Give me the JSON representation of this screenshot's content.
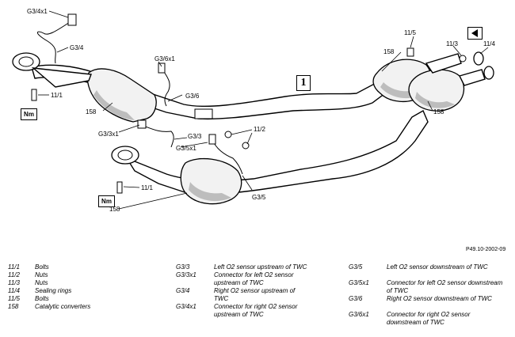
{
  "diagram": {
    "labels": {
      "g3_4x1": "G3/4x1",
      "g3_4": "G3/4",
      "g3_6x1": "G3/6x1",
      "g3_6": "G3/6",
      "g3_3x1": "G3/3x1",
      "g3_3": "G3/3",
      "g3_5x1": "G3/5x1",
      "g3_5": "G3/5",
      "p11_1_top": "11/1",
      "p11_1_bottom": "11/1",
      "p11_2": "11/2",
      "p11_3": "11/3",
      "p11_4": "11/4",
      "p11_5": "11/5",
      "p158_left": "158",
      "p158_top_right": "158",
      "p158_right": "158",
      "p158_bottom": "158"
    },
    "nm_label_top": "Nm",
    "nm_label_bottom": "Nm",
    "view_box_number": "1",
    "doc_ref": "P49.10-2002-09"
  },
  "legend": {
    "col1": [
      {
        "code": "11/1",
        "desc": "Bolts"
      },
      {
        "code": "11/2",
        "desc": "Nuts"
      },
      {
        "code": "11/3",
        "desc": "Nuts"
      },
      {
        "code": "11/4",
        "desc": "Sealing rings"
      },
      {
        "code": "11/5",
        "desc": "Bolts"
      },
      {
        "code": "158",
        "desc": "Catalytic converters"
      }
    ],
    "col2": [
      {
        "code": "G3/3",
        "desc": "Left O2 sensor upstream of TWC"
      },
      {
        "code": "G3/3x1",
        "desc": "Connector for left O2 sensor upstream of TWC"
      },
      {
        "code": "G3/4",
        "desc": "Right O2 sensor upstream of TWC"
      },
      {
        "code": "G3/4x1",
        "desc": "Connector for right O2 sensor upstream of TWC"
      }
    ],
    "col3": [
      {
        "code": "G3/5",
        "desc": "Left O2 sensor downstream of TWC"
      },
      {
        "code": "G3/5x1",
        "desc": "Connector for left O2 sensor downstream of TWC"
      },
      {
        "code": "G3/6",
        "desc": "Right O2 sensor downstream of TWC"
      },
      {
        "code": "G3/6x1",
        "desc": "Connector for right O2 sensor downstream of TWC"
      }
    ]
  }
}
